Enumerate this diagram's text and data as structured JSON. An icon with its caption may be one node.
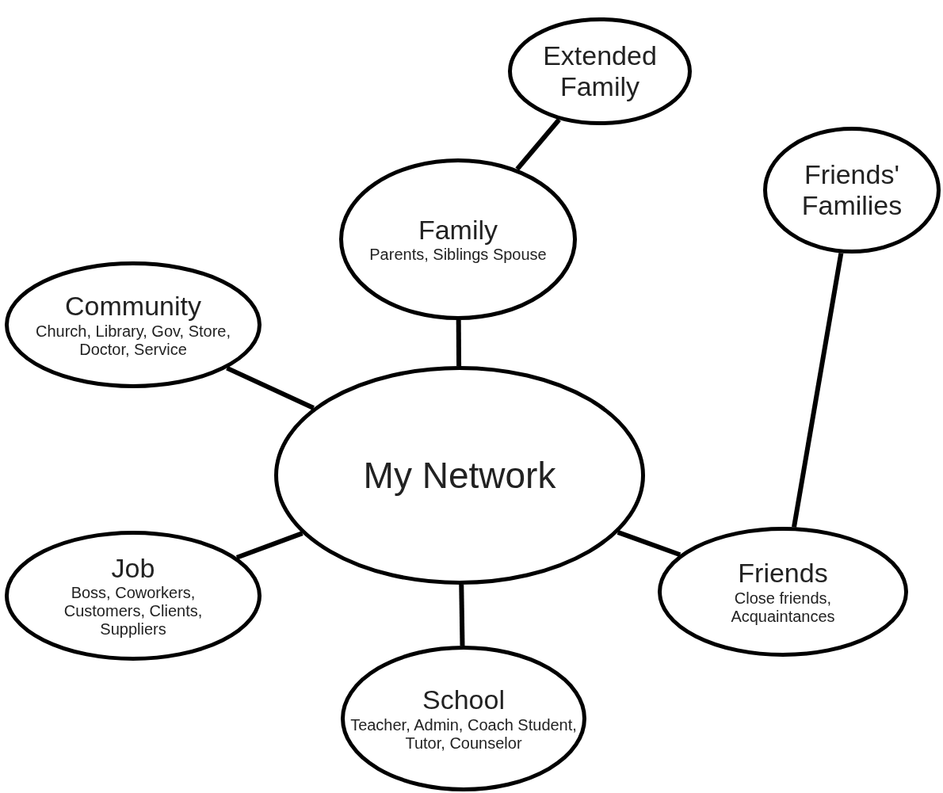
{
  "diagram": {
    "nodes": [
      {
        "text": [
          "Extended Family"
        ]
      },
      {
        "text": [
          "Family",
          "Parents, Siblings Spouse"
        ]
      },
      {
        "text": [
          "Community",
          "Church, Library, Gov, Store, Doctor, Service"
        ]
      },
      {
        "text": [
          "My Network"
        ]
      },
      {
        "text": [
          "Friends' Families"
        ]
      },
      {
        "text": [
          "Job",
          "Boss, Coworkers, Customers, Clients, Suppliers"
        ]
      },
      {
        "text": [
          "Friends",
          "Close friends, Acquaintances"
        ]
      },
      {
        "text": [
          "School",
          "Teacher, Admin, Coach Student, Tutor, Counselor"
        ]
      }
    ],
    "edges": [
      {
        "from": 1,
        "to": 0,
        "arrow": "none"
      },
      {
        "from": 3,
        "to": 1,
        "arrow": "none"
      },
      {
        "from": 3,
        "to": 2,
        "arrow": "none"
      },
      {
        "from": 3,
        "to": 5,
        "arrow": "none"
      },
      {
        "from": 3,
        "to": 7,
        "arrow": "none"
      },
      {
        "from": 3,
        "to": 6,
        "arrow": "none"
      },
      {
        "from": 6,
        "to": 4,
        "arrow": "none"
      }
    ]
  }
}
